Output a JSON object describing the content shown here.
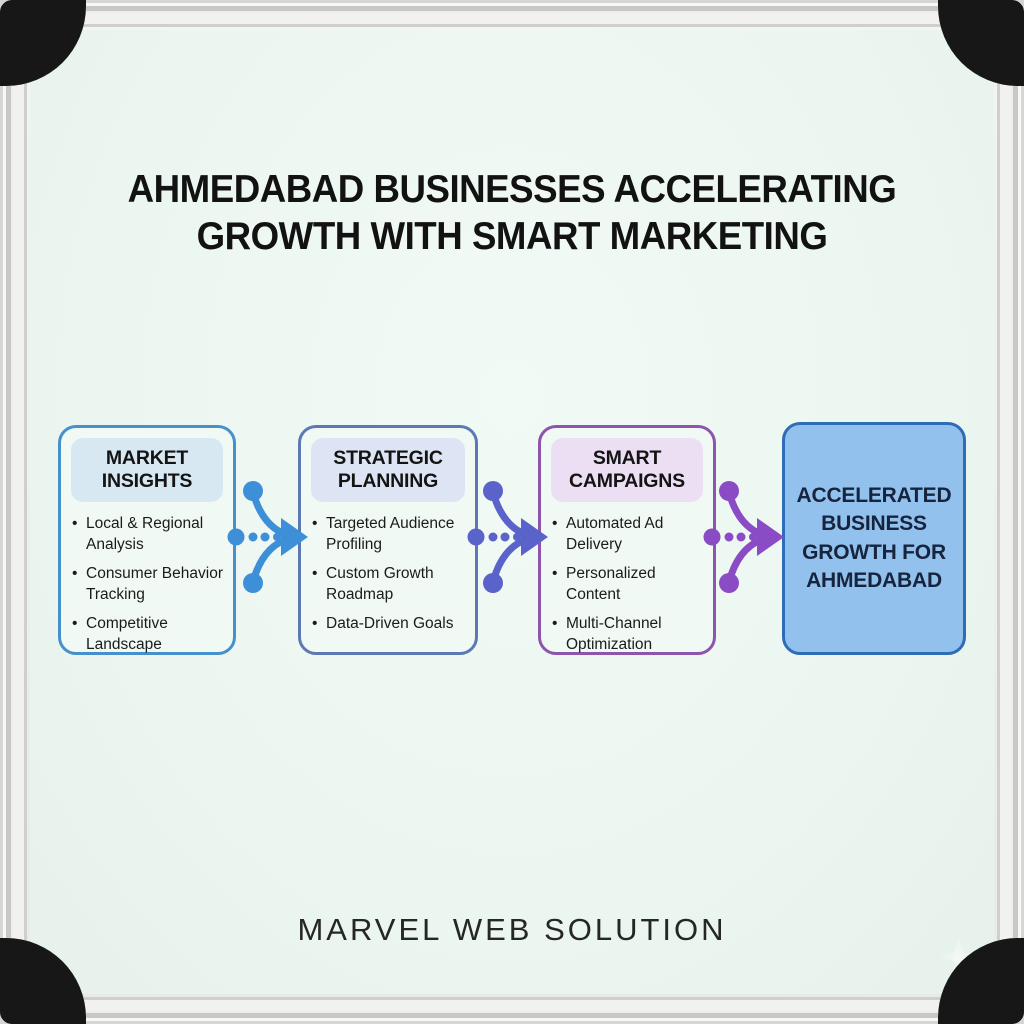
{
  "board": {
    "title_line1": "AHMEDABAD BUSINESSES ACCELERATING",
    "title_line2": "GROWTH WITH SMART MARKETING",
    "footer": "MARVEL WEB SOLUTION"
  },
  "colors": {
    "surface": "#ecf6f0",
    "frame": "#f1f1ef",
    "corner_caps": "#171717",
    "title_text": "#121212",
    "bullet_text": "#1b1b1b"
  },
  "stages": [
    {
      "name": "Market Insights",
      "header": "MARKET INSIGHTS",
      "items": [
        "Local & Regional Analysis",
        "Consumer Behavior Tracking",
        "Competitive Landscape"
      ],
      "border_color": "#4690cc",
      "header_bg": "#d8e8f2"
    },
    {
      "name": "Strategic Planning",
      "header": "STRATEGIC PLANNING",
      "items": [
        "Targeted Audience Profiling",
        "Custom Growth Roadmap",
        "Data-Driven Goals"
      ],
      "border_color": "#5d78b4",
      "header_bg": "#dde4f4"
    },
    {
      "name": "Smart Campaigns",
      "header": "SMART CAMPAIGNS",
      "items": [
        "Automated Ad Delivery",
        "Personalized Content",
        "Multi-Channel Optimization"
      ],
      "border_color": "#8d55ad",
      "header_bg": "#ecdff3"
    }
  ],
  "result": {
    "header": "ACCELERATED BUSINESS GROWTH FOR AHMEDABAD",
    "fill": "#92c1ee",
    "border_color": "#2e6cb6",
    "text_color": "#16243d"
  },
  "arrows": [
    {
      "color": "#3d8fd8"
    },
    {
      "color": "#5a63c9"
    },
    {
      "color": "#8a4bc4"
    }
  ]
}
